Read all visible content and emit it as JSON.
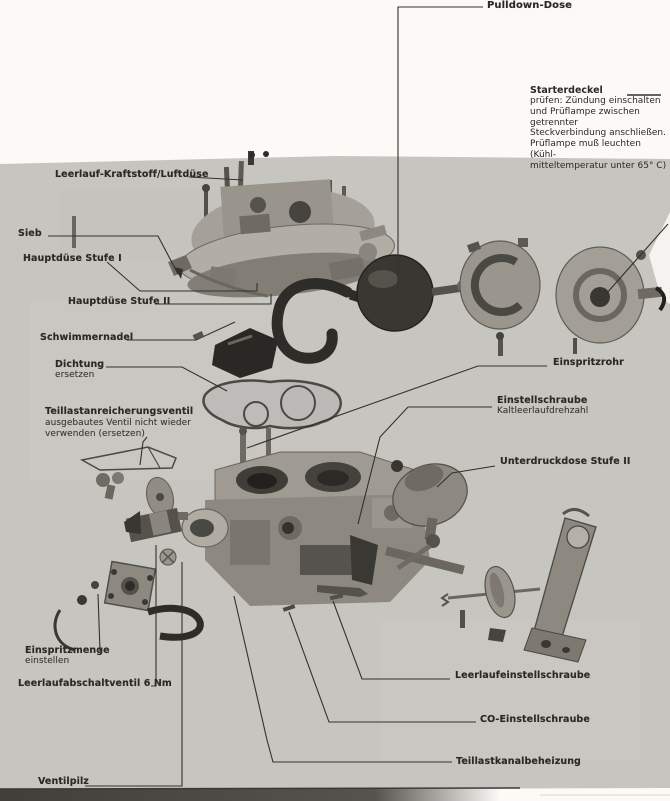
{
  "page": {
    "panel_bg": "#c7c5c0",
    "paper_bg": "#fbfaf7",
    "ink": "#2b2923",
    "part_dark": "#34322d",
    "part_light": "#b2aea6"
  },
  "labels": {
    "pulldown_dose": "Pulldown-Dose",
    "starterdeckel": {
      "title": "Starterdeckel",
      "lines": [
        "prüfen: Zündung einschalten",
        "und Prüflampe zwischen getrennter",
        "Steckverbindung anschließen.",
        "Prüflampe muß leuchten (Kühl-",
        "mitteltemperatur unter 65° C)"
      ]
    },
    "leerlauf_kraftstoff_luftduese": "Leerlauf-Kraftstoff/Luftdüse",
    "sieb": "Sieb",
    "hauptduese_stufe_i": "Hauptdüse Stufe I",
    "hauptduese_stufe_ii": "Hauptdüse Stufe II",
    "schwimmernadel": "Schwimmernadel",
    "dichtung": {
      "title": "Dichtung",
      "note": "ersetzen"
    },
    "teillastanreicherungsventil": {
      "title": "Teillastanreicherungsventil",
      "notes": [
        "ausgebautes Ventil nicht wieder",
        "verwenden (ersetzen)"
      ]
    },
    "einspritzrohr": "Einspritzrohr",
    "einstellschraube": {
      "title": "Einstellschraube",
      "note": "Kaltleerlaufdrehzahl"
    },
    "unterdruckdose_stufe_ii": "Unterdruckdose Stufe II",
    "einspritzmenge": {
      "title": "Einspritzmenge",
      "note": "einstellen"
    },
    "leerlaufabschaltventil": "Leerlaufabschaltventil 6 Nm",
    "ventilpilz": "Ventilpilz",
    "leerlaufeinstellschraube": "Leerlaufeinstellschraube",
    "co_einstellschraube": "CO-Einstellschraube",
    "teillastkanalbeheizung": "Teillastkanalbeheizung"
  }
}
